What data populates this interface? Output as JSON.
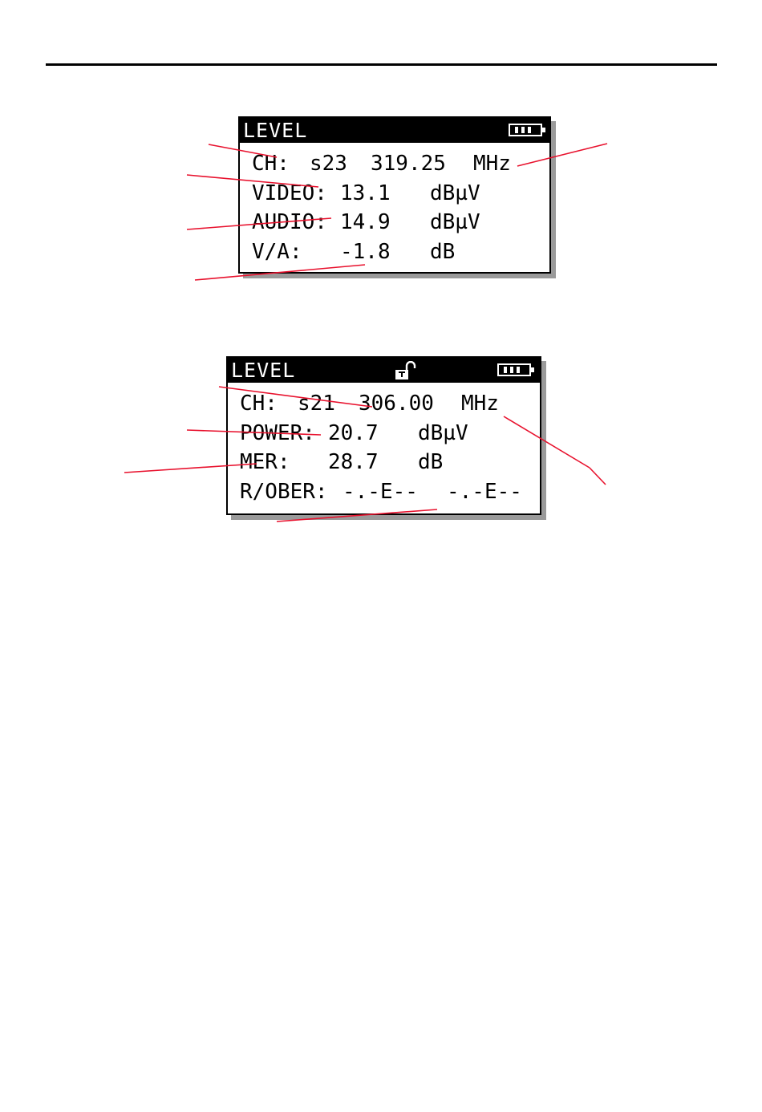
{
  "colors": {
    "callout": "#e8112d",
    "screen_frame": "#000000",
    "screen_shadow": "#9a9a9a"
  },
  "screen_level_analog": {
    "title": "LEVEL",
    "battery_icon": "battery-full-icon",
    "ch_label": "CH:",
    "channel": "s23",
    "frequency": "319.25",
    "frequency_unit": "MHz",
    "video_label": "VIDEO:",
    "video_value": "13.1",
    "video_unit": "dBµV",
    "audio_label": "AUDIO:",
    "audio_value": "14.9",
    "audio_unit": "dBµV",
    "va_label": "V/A:",
    "va_value": "-1.8",
    "va_unit": "dB"
  },
  "screen_level_digital": {
    "title": "LEVEL",
    "lock_icon": "lock-open-icon",
    "battery_icon": "battery-full-icon",
    "ch_label": "CH:",
    "channel": "s21",
    "frequency": "306.00",
    "frequency_unit": "MHz",
    "power_label": "POWER:",
    "power_value": "20.7",
    "power_unit": "dBµV",
    "mer_label": "MER:",
    "mer_value": "28.7",
    "mer_unit": "dB",
    "ber_label": "R/OBER:",
    "ber_value_1": "-.-E--",
    "ber_value_2": "-.-E--"
  }
}
